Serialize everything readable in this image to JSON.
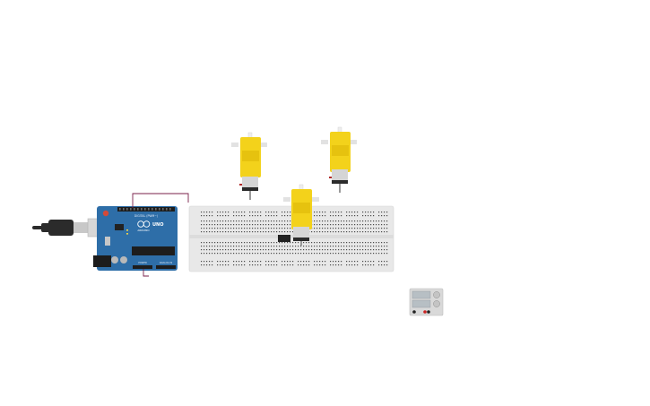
{
  "workspace": {
    "background": "#ffffff"
  },
  "arduino": {
    "board_color": "#2e6ea8",
    "logo_text": "UNO",
    "brand_text": "ARDUINO",
    "header_label": "DIGITAL (PWM~)",
    "power_label": "POWER",
    "analog_label": "ANALOG IN"
  },
  "usb_cable": {
    "color": "#2b2b2b"
  },
  "breadboard": {
    "color": "#e8e8e8"
  },
  "motors": [
    {
      "name": "dc-motor-left",
      "color": "#f3d21b"
    },
    {
      "name": "dc-motor-right",
      "color": "#f3d21b"
    },
    {
      "name": "dc-motor-center",
      "color": "#f3d21b"
    }
  ],
  "power_supply": {
    "panel_color": "#d9d9d9",
    "display_color": "#b7bfc4",
    "positive_color": "#cc2222",
    "negative_color": "#222222"
  },
  "wires": {
    "purple": "#7a1f4a"
  },
  "icons": [
    "usb-plug-icon",
    "reset-button-icon",
    "terminal-icon"
  ]
}
